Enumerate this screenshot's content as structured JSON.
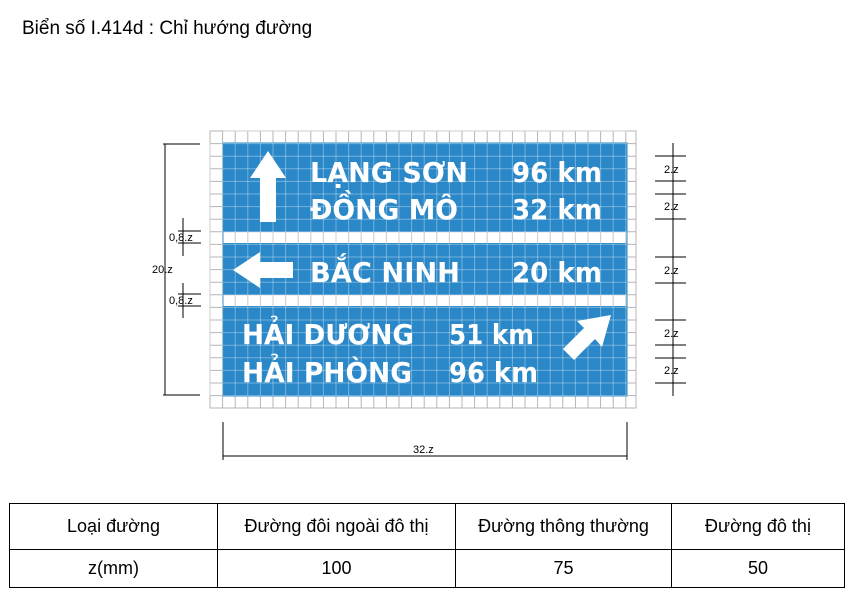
{
  "title": "Biển số I.414d : Chỉ hướng đường",
  "sign": {
    "colors": {
      "background": "#2a88c8",
      "text": "#ffffff",
      "grid": "#b5b5b5"
    },
    "section1": [
      {
        "name": "LẠNG SƠN",
        "distance": "96 km"
      },
      {
        "name": "ĐỒNG MÔ",
        "distance": "32 km"
      }
    ],
    "section2": {
      "name": "BẮC NINH",
      "distance": "20 km"
    },
    "section3": [
      {
        "name": "HẢI DƯƠNG",
        "distance": "51 km"
      },
      {
        "name": "HẢI PHÒNG",
        "distance": "96 km"
      }
    ],
    "arrows": [
      "arrow-up-icon",
      "arrow-left-icon",
      "arrow-up-right-icon"
    ]
  },
  "dimensions": {
    "height_total": "20.z",
    "width_total": "32.z",
    "left_gap_top": "0,8.z",
    "left_gap_bottom": "0,8.z",
    "right": [
      "2.z",
      "2.z",
      "2.z",
      "2.z",
      "2.z"
    ]
  },
  "table": {
    "headers": [
      "Loại đường",
      "Đường đôi ngoài đô thị",
      "Đường thông thường",
      "Đường đô thị"
    ],
    "rows": [
      [
        "z(mm)",
        "100",
        "75",
        "50"
      ]
    ]
  }
}
